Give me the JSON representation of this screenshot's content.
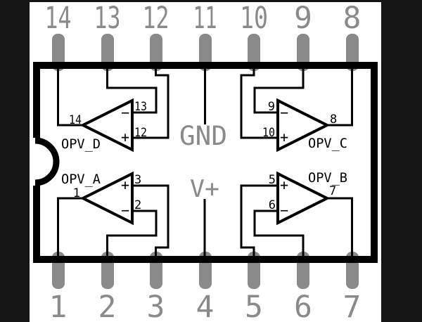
{
  "diagram": {
    "type": "ic-pinout-schematic",
    "package": "DIP-14 quad op-amp"
  },
  "colors": {
    "background": "#141414",
    "panel": "#ffffff",
    "line": "#000000",
    "pin_fill": "#8a8a8a",
    "label_gray": "#8a8a8a"
  },
  "pins": {
    "top": [
      "14",
      "13",
      "12",
      "11",
      "10",
      "9",
      "8"
    ],
    "bottom": [
      "1",
      "2",
      "3",
      "4",
      "5",
      "6",
      "7"
    ]
  },
  "power": {
    "ground": "GND",
    "positive": "V+"
  },
  "opamps": {
    "d": {
      "name": "OPV_D",
      "output": "14",
      "inverting": "13",
      "noninverting": "12",
      "minus": "−",
      "plus": "+"
    },
    "c": {
      "name": "OPV_C",
      "output": "8",
      "inverting": "9",
      "noninverting": "10",
      "minus": "−",
      "plus": "+"
    },
    "a": {
      "name": "OPV_A",
      "output": "1",
      "inverting": "2",
      "noninverting": "3",
      "minus": "−",
      "plus": "+"
    },
    "b": {
      "name": "OPV_B",
      "output": "7",
      "inverting": "6",
      "noninverting": "5",
      "minus": "−",
      "plus": "+"
    }
  }
}
